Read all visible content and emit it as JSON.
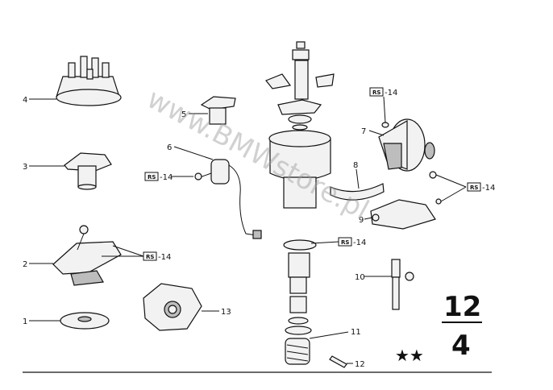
{
  "callouts": {
    "c1": "1",
    "c2": "2",
    "c3": "3",
    "c4": "4",
    "c5": "5",
    "c6": "6",
    "c7": "7",
    "c8": "8",
    "c9": "9",
    "c10": "10",
    "c11": "11",
    "c12": "12",
    "c13": "13",
    "c14a": "-14",
    "c14b": "-14",
    "c14c": "-14",
    "c14d": "-14",
    "c14e": "-14"
  },
  "rs_label": "RS",
  "watermark": "www.BMWstore.pl",
  "group": {
    "main": "12",
    "sub": "4"
  },
  "stars": "★★"
}
